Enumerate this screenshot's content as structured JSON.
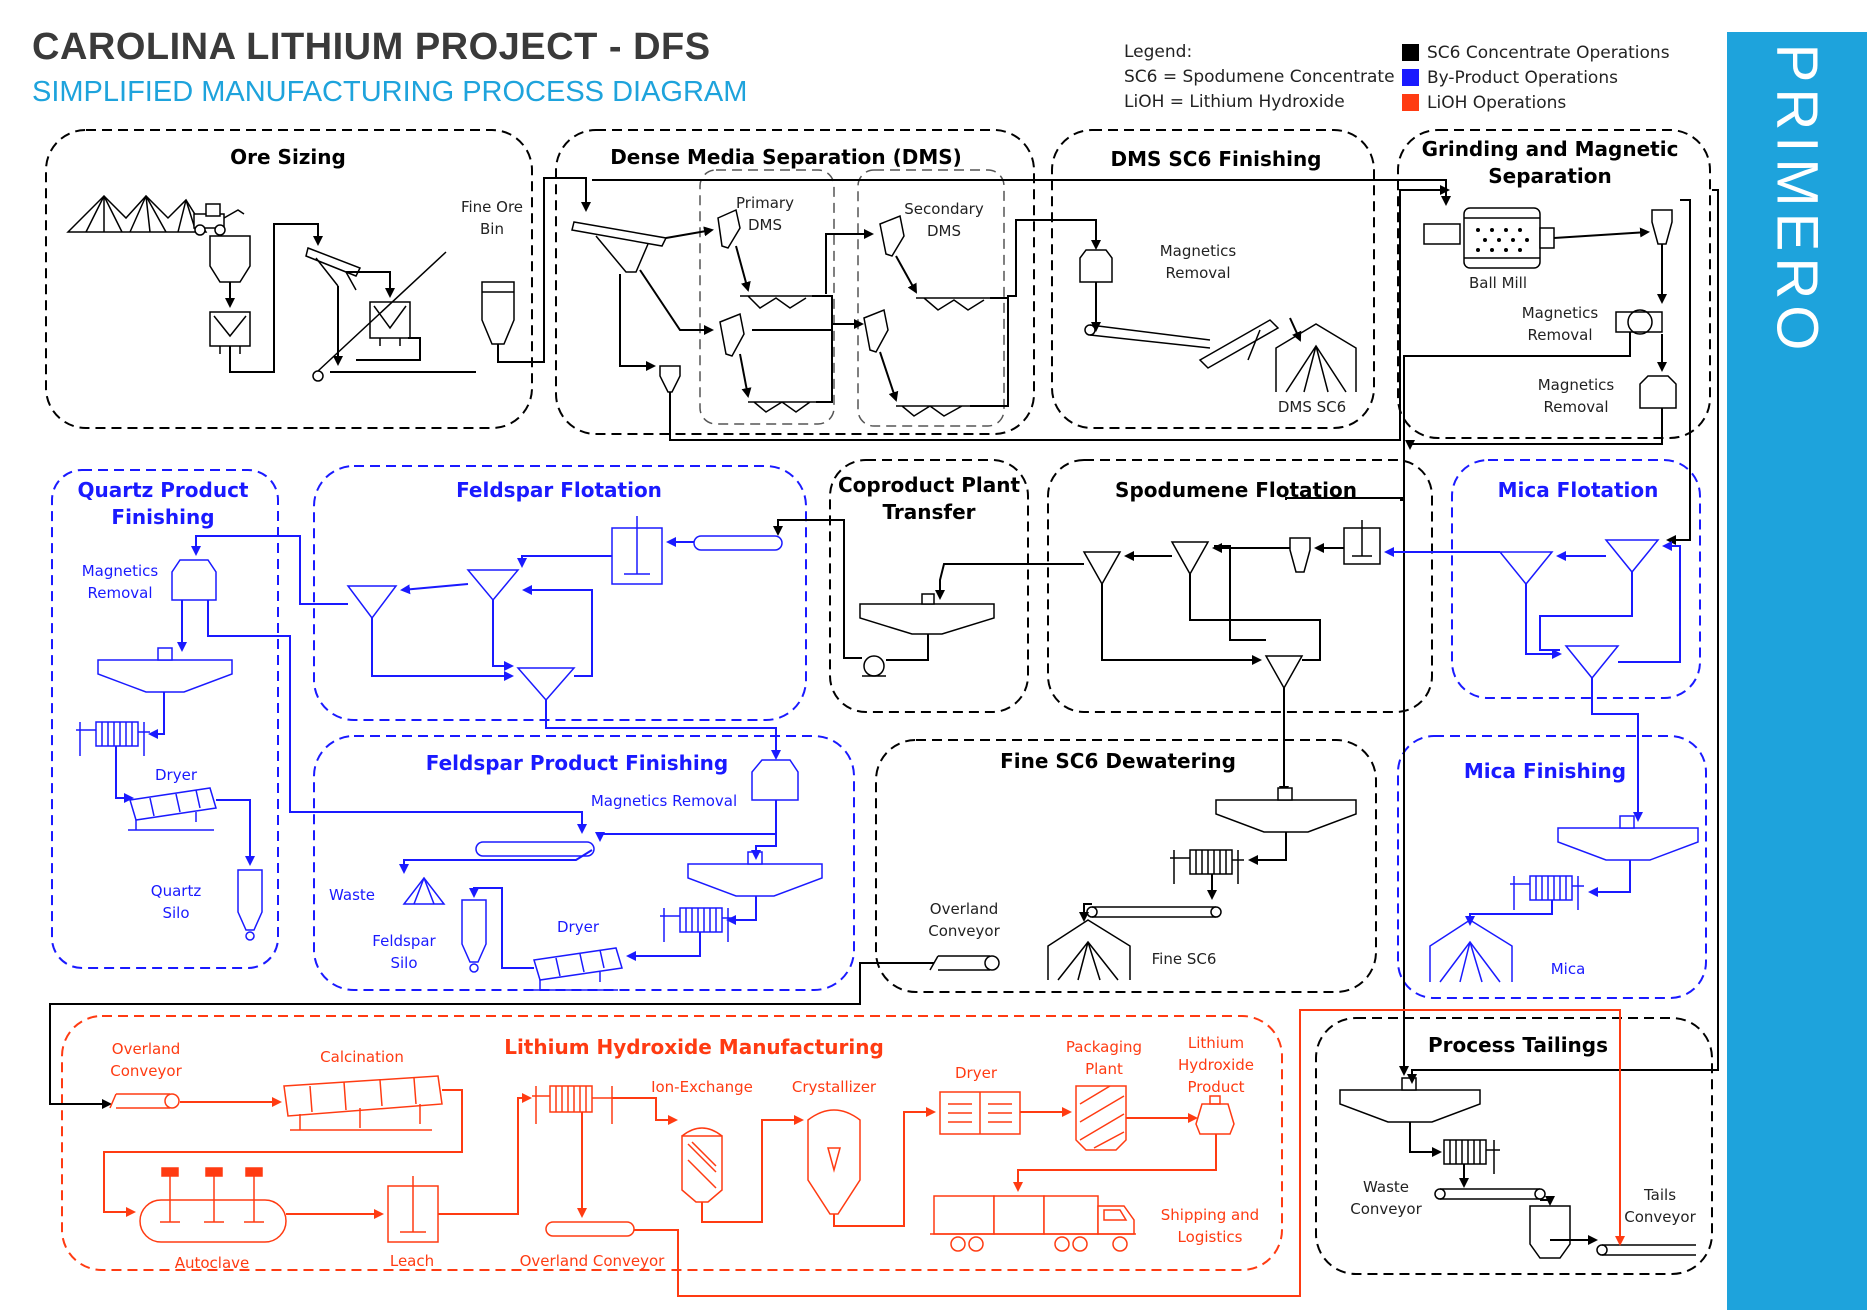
{
  "header": {
    "title": "CAROLINA LITHIUM PROJECT - DFS",
    "subtitle": "SIMPLIFIED MANUFACTURING PROCESS DIAGRAM"
  },
  "legend": {
    "heading": "Legend:",
    "abbreviations": [
      "SC6 = Spodumene Concentrate",
      "LiOH = Lithium Hydroxide"
    ],
    "keys": [
      {
        "label": "SC6 Concentrate Operations",
        "color": "#000000"
      },
      {
        "label": "By-Product Operations",
        "color": "#1a1aff"
      },
      {
        "label": "LiOH Operations",
        "color": "#ff3b12"
      }
    ]
  },
  "brand": {
    "logo_text": "PRIMERO",
    "bar_color": "#1ea3dc"
  },
  "colors": {
    "sc6": "#000000",
    "byproduct": "#1a1aff",
    "lioh": "#ff3b12"
  },
  "sections": {
    "ore_sizing": "Ore Sizing",
    "dms": "Dense Media Separation (DMS)",
    "dms_finishing": "DMS SC6 Finishing",
    "grinding_l1": "Grinding and Magnetic",
    "grinding_l2": "Separation",
    "quartz_l1": "Quartz Product",
    "quartz_l2": "Finishing",
    "feldspar_flotation": "Feldspar Flotation",
    "coproduct_l1": "Coproduct Plant",
    "coproduct_l2": "Transfer",
    "spodumene_flotation": "Spodumene Flotation",
    "mica_flotation": "Mica Flotation",
    "feldspar_finishing": "Feldspar Product Finishing",
    "fine_dewatering": "Fine SC6 Dewatering",
    "mica_finishing": "Mica Finishing",
    "lioh": "Lithium Hydroxide Manufacturing",
    "tailings": "Process Tailings"
  },
  "labels": {
    "fine_ore_bin_1": "Fine Ore",
    "fine_ore_bin_2": "Bin",
    "primary_dms_1": "Primary",
    "primary_dms_2": "DMS",
    "secondary_dms_1": "Secondary",
    "secondary_dms_2": "DMS",
    "dms_mag_1": "Magnetics",
    "dms_mag_2": "Removal",
    "dms_sc6": "DMS SC6",
    "ball_mill": "Ball Mill",
    "gms_mag_a1": "Magnetics",
    "gms_mag_a2": "Removal",
    "gms_mag_b1": "Magnetics",
    "gms_mag_b2": "Removal",
    "quartz_mag_1": "Magnetics",
    "quartz_mag_2": "Removal",
    "quartz_dryer": "Dryer",
    "quartz_silo_1": "Quartz",
    "quartz_silo_2": "Silo",
    "feldspar_mag": "Magnetics Removal",
    "waste": "Waste",
    "feldspar_dryer": "Dryer",
    "feldspar_silo_1": "Feldspar",
    "feldspar_silo_2": "Silo",
    "overland_1": "Overland",
    "overland_2": "Conveyor",
    "fine_sc6": "Fine SC6",
    "mica": "Mica",
    "lioh_overland_1": "Overland",
    "lioh_overland_2": "Conveyor",
    "calcination": "Calcination",
    "ion_exchange": "Ion-Exchange",
    "crystallizer": "Crystallizer",
    "lioh_dryer": "Dryer",
    "packaging_1": "Packaging",
    "packaging_2": "Plant",
    "lioh_product_1": "Lithium",
    "lioh_product_2": "Hydroxide",
    "lioh_product_3": "Product",
    "autoclave": "Autoclave",
    "leach": "Leach",
    "overland_conveyor": "Overland Conveyor",
    "shipping_1": "Shipping and",
    "shipping_2": "Logistics",
    "waste_conveyor_1": "Waste",
    "waste_conveyor_2": "Conveyor",
    "tails_conveyor_1": "Tails",
    "tails_conveyor_2": "Conveyor"
  }
}
